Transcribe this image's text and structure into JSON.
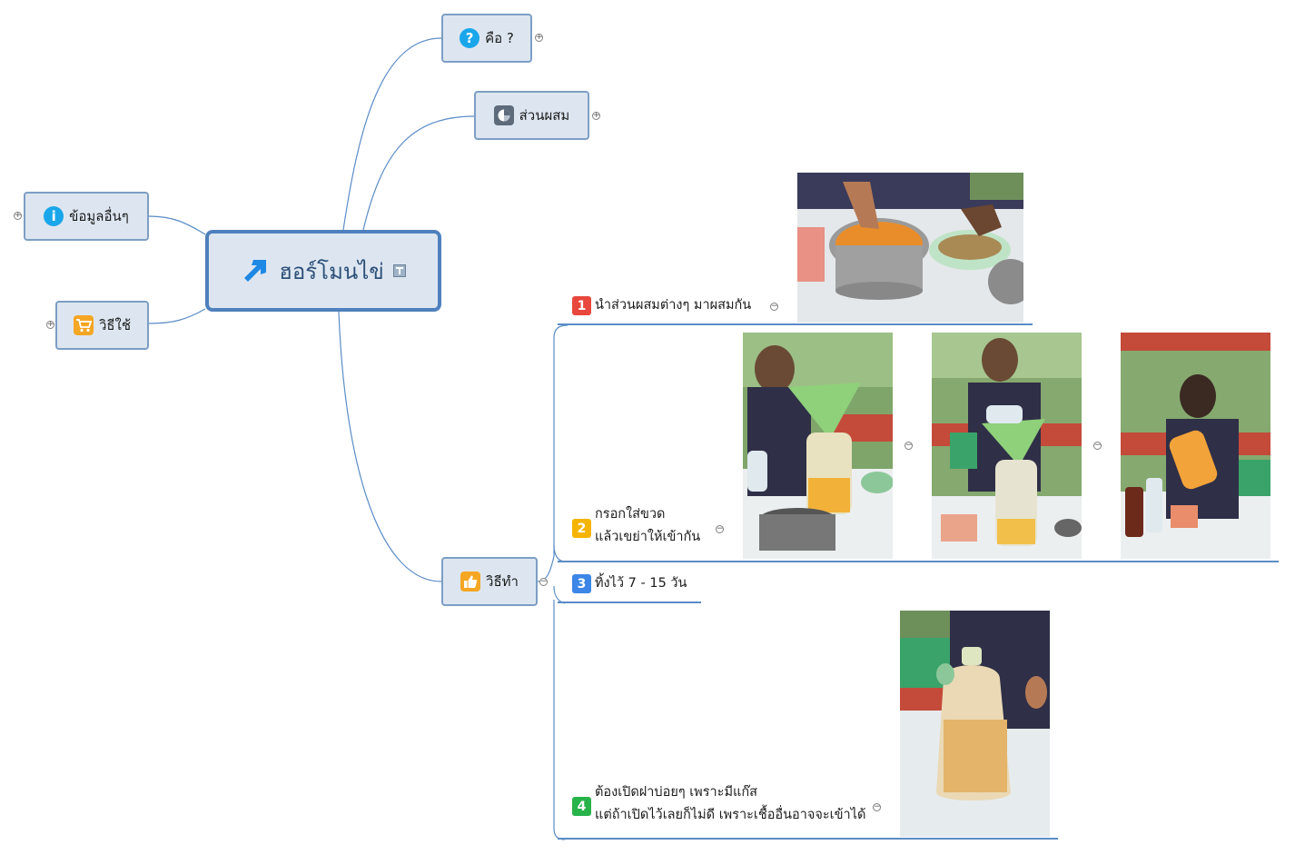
{
  "central_topic": {
    "label": "ฮอร์โมนไข่",
    "icon": "arrow-up-right-icon",
    "note_icon": "note-icon"
  },
  "branches": {
    "what_is": {
      "label": "คือ ?",
      "icon": "question-icon",
      "icon_symbol": "?"
    },
    "ingredients": {
      "label": "ส่วนผสม",
      "icon": "pie-chart-icon"
    },
    "other_info": {
      "label": "ข้อมูลอื่นๆ",
      "icon": "info-icon",
      "icon_symbol": "i"
    },
    "usage": {
      "label": "วิธีใช้",
      "icon": "cart-icon"
    },
    "method": {
      "label": "วิธีทำ",
      "icon": "thumbs-up-icon"
    }
  },
  "steps": [
    {
      "number": "1",
      "lines": [
        "นำส่วนผสมต่างๆ มาผสมกัน"
      ],
      "color": "#e8473d",
      "photos": [
        "mixing-bowl-photo"
      ]
    },
    {
      "number": "2",
      "lines": [
        "กรอกใส่ขวด",
        "แล้วเขย่าให้เข้ากัน"
      ],
      "color": "#f4b400",
      "photos": [
        "funnel-pour-photo",
        "funnel-bottle-photo",
        "shaking-bottle-photo"
      ]
    },
    {
      "number": "3",
      "lines": [
        "ทิ้งไว้ 7 - 15 วัน"
      ],
      "color": "#3b86e6",
      "photos": []
    },
    {
      "number": "4",
      "lines": [
        "ต้องเปิดฝาบ่อยๆ เพราะมีแก๊ส",
        "แต่ถ้าเปิดไว้เลยก็ไม่ดี เพราะเชื้ออื่นอาจจะเข้าได้"
      ],
      "color": "#27b34a",
      "photos": [
        "fermented-bottle-photo"
      ]
    }
  ],
  "colors": {
    "topic_fill": "#dde6f0",
    "topic_border": "#7d9ec4",
    "central_border": "#4f80bd",
    "connector": "#5b8cc6"
  },
  "toggles": {
    "expand": "+",
    "collapse": "−"
  }
}
